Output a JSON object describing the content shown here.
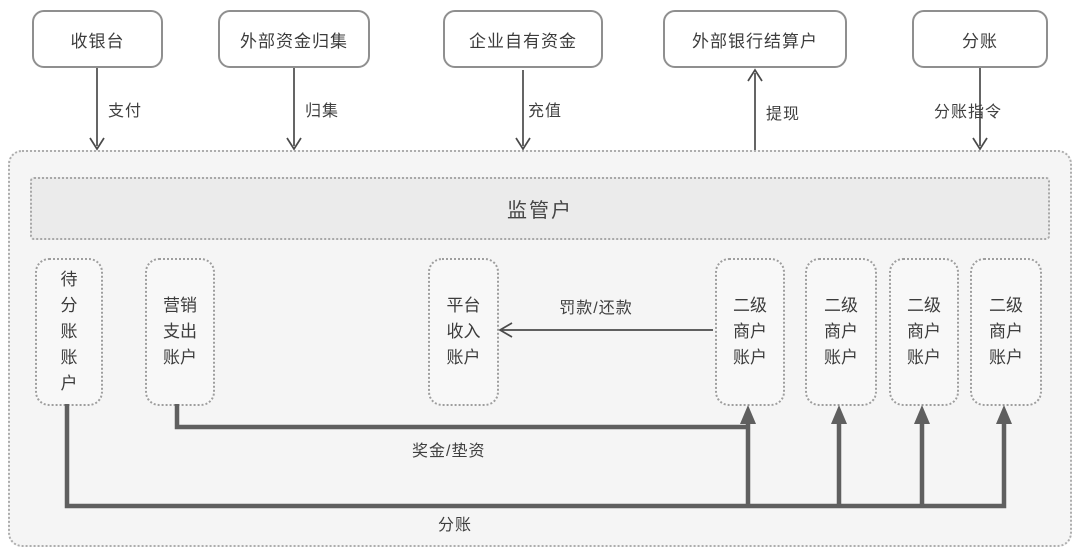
{
  "top_nodes": [
    {
      "label": "收银台",
      "flow_label": "支付",
      "flow_direction": "down"
    },
    {
      "label": "外部资金归集",
      "flow_label": "归集",
      "flow_direction": "down"
    },
    {
      "label": "企业自有资金",
      "flow_label": "充值",
      "flow_direction": "down"
    },
    {
      "label": "外部银行结算户",
      "flow_label": "提现",
      "flow_direction": "up"
    },
    {
      "label": "分账",
      "flow_label": "分账指令",
      "flow_direction": "down"
    }
  ],
  "supervision": {
    "title": "监管户"
  },
  "inner_nodes": {
    "pending_split": "待\n分\n账\n账\n户",
    "marketing_expense": "营销\n支出\n账户",
    "platform_income": "平台\n收入\n账户",
    "sub_merchant": "二级\n商户\n账户",
    "sub_merchant_count": 4
  },
  "edge_labels": {
    "fine_repay": "罚款/还款",
    "bonus_advance": "奖金/垫资",
    "split": "分账"
  },
  "colors": {
    "container_fill": "#f5f5f5",
    "header_fill": "#ebebeb",
    "node_fill": "#ffffff",
    "border_gray": "#8f8f8f",
    "dotted_gray": "#9e9e9e",
    "thin_line": "#4a4a4a",
    "thick_line": "#5f5f5f",
    "text": "#3c3c3c"
  }
}
